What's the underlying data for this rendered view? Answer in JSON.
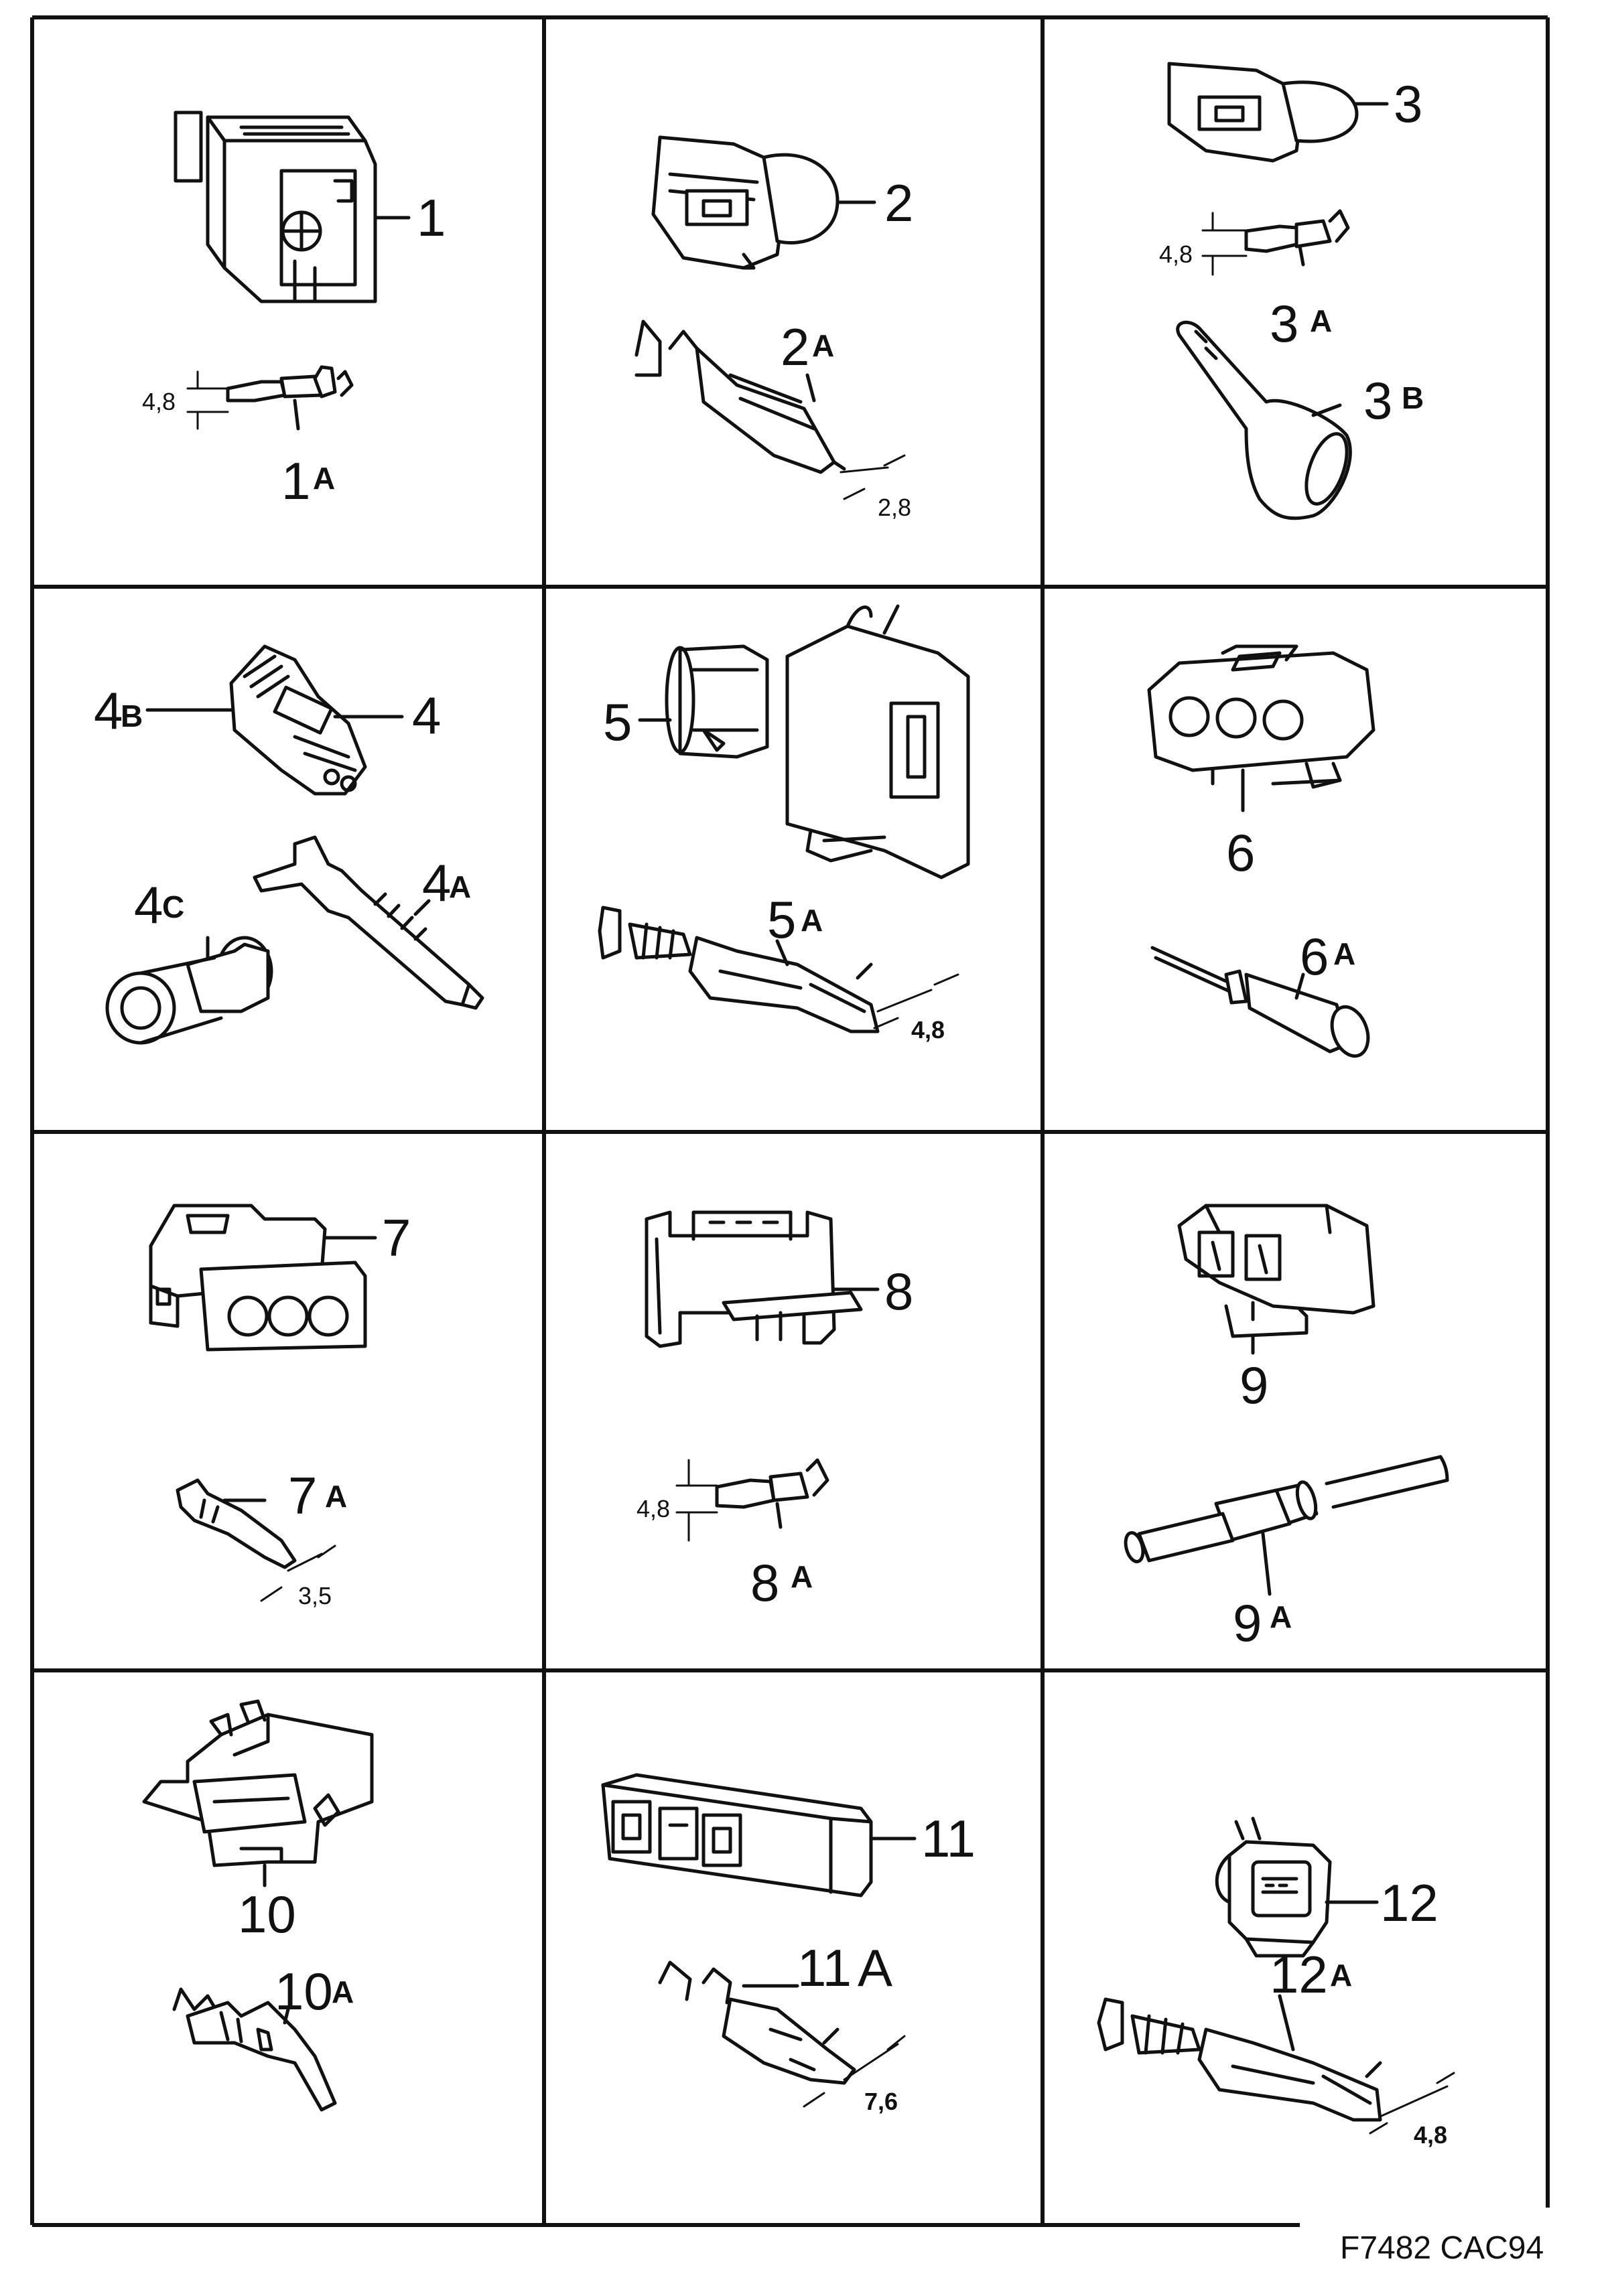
{
  "drawing_code": "F7482 CAC94",
  "parts": [
    {
      "id": "1",
      "label": "1"
    },
    {
      "id": "1a",
      "num": "1",
      "suffix": "A"
    },
    {
      "id": "1a-dim",
      "value": "4,8"
    },
    {
      "id": "2",
      "label": "2"
    },
    {
      "id": "2a",
      "num": "2",
      "suffix": "A"
    },
    {
      "id": "2a-dim",
      "value": "2,8"
    },
    {
      "id": "3",
      "label": "3"
    },
    {
      "id": "3a",
      "num": "3",
      "suffix": "A"
    },
    {
      "id": "3a-dim",
      "value": "4,8"
    },
    {
      "id": "3b",
      "num": "3",
      "suffix": "B"
    },
    {
      "id": "4",
      "label": "4"
    },
    {
      "id": "4a",
      "num": "4",
      "suffix": "A"
    },
    {
      "id": "4b",
      "num": "4",
      "suffix": "B"
    },
    {
      "id": "4c",
      "num": "4",
      "suffix": "C"
    },
    {
      "id": "5",
      "label": "5"
    },
    {
      "id": "5a",
      "num": "5",
      "suffix": "A"
    },
    {
      "id": "5a-dim",
      "value": "4,8"
    },
    {
      "id": "6",
      "label": "6"
    },
    {
      "id": "6a",
      "num": "6",
      "suffix": "A"
    },
    {
      "id": "7",
      "label": "7"
    },
    {
      "id": "7a",
      "num": "7",
      "suffix": "A"
    },
    {
      "id": "7a-dim",
      "value": "3,5"
    },
    {
      "id": "8",
      "label": "8"
    },
    {
      "id": "8a",
      "num": "8",
      "suffix": "A"
    },
    {
      "id": "8a-dim",
      "value": "4,8"
    },
    {
      "id": "9",
      "label": "9"
    },
    {
      "id": "9a",
      "num": "9",
      "suffix": "A"
    },
    {
      "id": "10",
      "label": "10"
    },
    {
      "id": "10a",
      "num": "10",
      "suffix": "A"
    },
    {
      "id": "11",
      "label": "11"
    },
    {
      "id": "11a",
      "num": "11",
      "suffix": "A"
    },
    {
      "id": "11a-dim",
      "value": "7,6"
    },
    {
      "id": "12",
      "label": "12"
    },
    {
      "id": "12a",
      "num": "12",
      "suffix": "A"
    },
    {
      "id": "12a-dim",
      "value": "4,8"
    }
  ]
}
